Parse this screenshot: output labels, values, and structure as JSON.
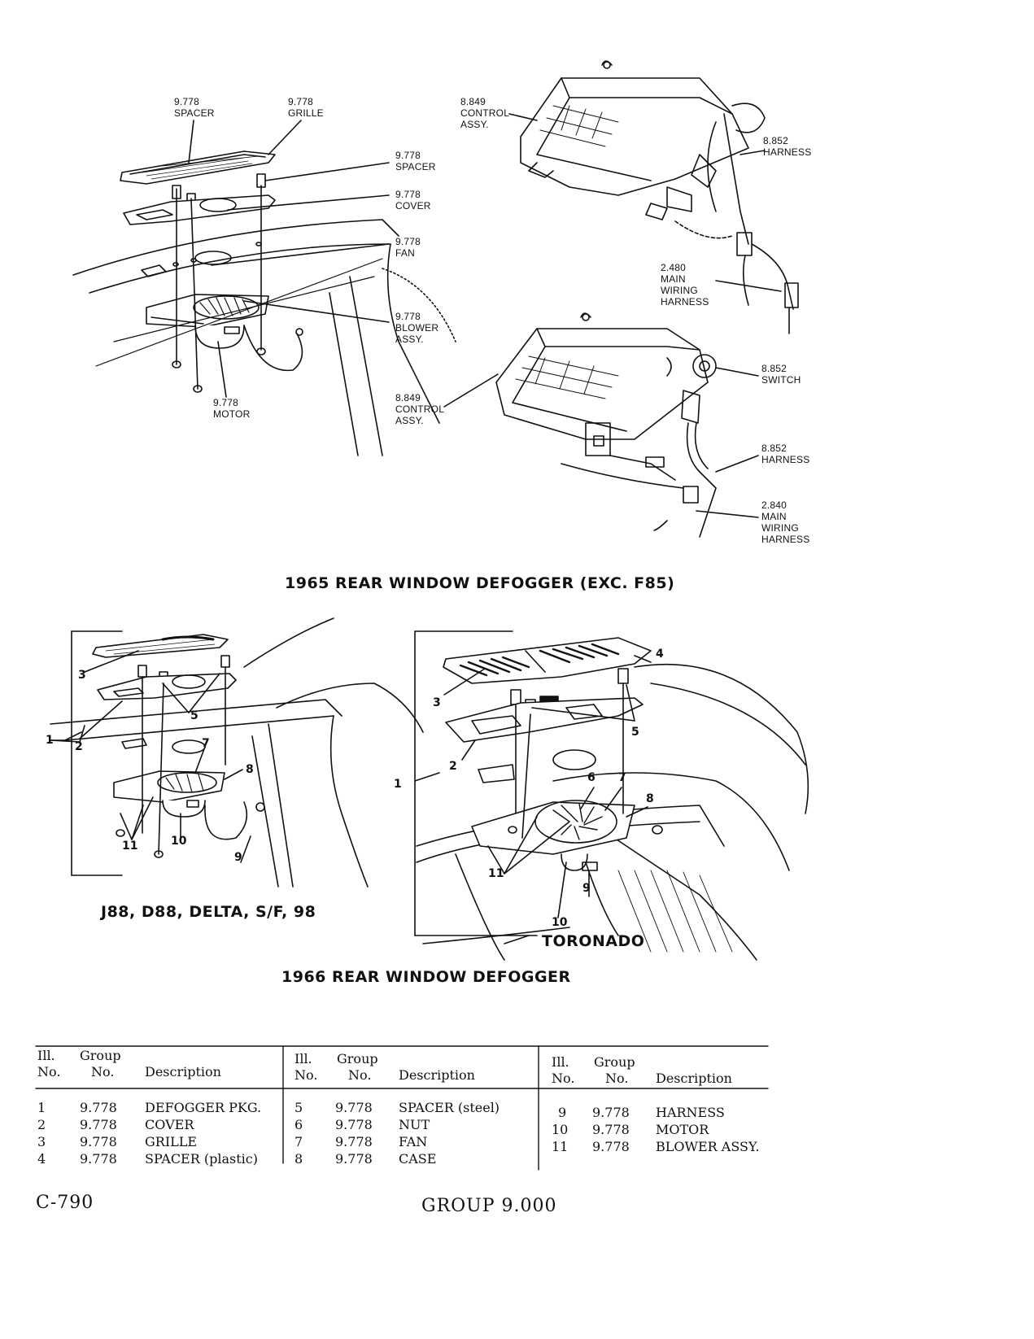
{
  "diagram_1965": {
    "title": "1965 REAR WINDOW DEFOGGER (EXC. F85)",
    "callouts": [
      {
        "id": "spacer_top",
        "text": "9.778\nSPACER"
      },
      {
        "id": "grille",
        "text": "9.778\nGRILLE"
      },
      {
        "id": "spacer_right",
        "text": "9.778\nSPACER"
      },
      {
        "id": "cover",
        "text": "9.778\nCOVER"
      },
      {
        "id": "fan",
        "text": "9.778\nFAN"
      },
      {
        "id": "blower",
        "text": "9.778\nBLOWER\nASSY."
      },
      {
        "id": "motor",
        "text": "9.778\nMOTOR"
      },
      {
        "id": "control_top",
        "text": "8.849\nCONTROL\nASSY."
      },
      {
        "id": "harness_top",
        "text": "8.852\nHARNESS"
      },
      {
        "id": "main_wiring_top",
        "text": "2.480\nMAIN\nWIRING\nHARNESS"
      },
      {
        "id": "switch",
        "text": "8.852\nSWITCH"
      },
      {
        "id": "control_bottom",
        "text": "8.849\nCONTROL\nASSY."
      },
      {
        "id": "harness_bottom",
        "text": "8.852\nHARNESS"
      },
      {
        "id": "main_wiring_bottom",
        "text": "2.840\nMAIN\nWIRING\nHARNESS"
      }
    ]
  },
  "diagram_1966": {
    "title": "1966 REAR WINDOW DEFOGGER",
    "left_caption": "J88, D88, DELTA, S/F, 98",
    "right_caption": "TORONADO",
    "left_numbers": [
      "1",
      "2",
      "3",
      "5",
      "7",
      "8",
      "10",
      "11",
      "9"
    ],
    "right_numbers": [
      "1",
      "2",
      "3",
      "4",
      "5",
      "6",
      "7",
      "8",
      "11",
      "10",
      "9"
    ]
  },
  "parts_table": {
    "header": {
      "ill": "Ill.",
      "no": "No.",
      "group": "Group",
      "group_no": "No.",
      "description": "Description"
    },
    "columns": [
      [
        {
          "ill": "1",
          "group": "9.778",
          "desc": "DEFOGGER PKG."
        },
        {
          "ill": "2",
          "group": "9.778",
          "desc": "COVER"
        },
        {
          "ill": "3",
          "group": "9.778",
          "desc": "GRILLE"
        },
        {
          "ill": "4",
          "group": "9.778",
          "desc": "SPACER (plastic)"
        }
      ],
      [
        {
          "ill": "5",
          "group": "9.778",
          "desc": "SPACER (steel)"
        },
        {
          "ill": "6",
          "group": "9.778",
          "desc": "NUT"
        },
        {
          "ill": "7",
          "group": "9.778",
          "desc": "FAN"
        },
        {
          "ill": "8",
          "group": "9.778",
          "desc": "CASE"
        }
      ],
      [
        {
          "ill": "9",
          "group": "9.778",
          "desc": "HARNESS"
        },
        {
          "ill": "10",
          "group": "9.778",
          "desc": "MOTOR"
        },
        {
          "ill": "11",
          "group": "9.778",
          "desc": "BLOWER ASSY."
        }
      ]
    ]
  },
  "footer": {
    "page": "C-790",
    "group": "GROUP 9.000"
  }
}
